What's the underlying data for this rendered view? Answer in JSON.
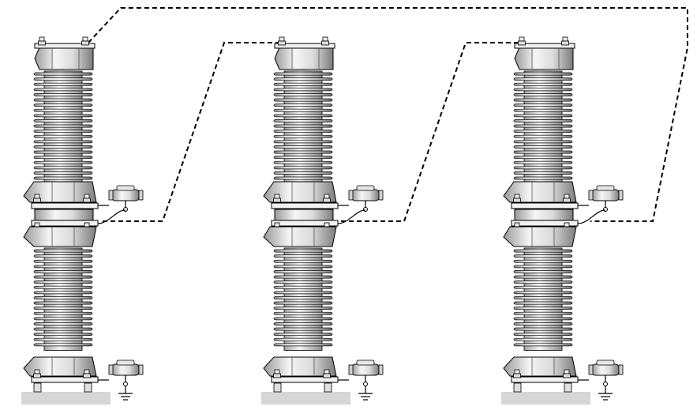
{
  "diagram": {
    "arrester_units": [
      {
        "id": "phase-1",
        "upper_fins": 21,
        "lower_fins": 19
      },
      {
        "id": "phase-2",
        "upper_fins": 21,
        "lower_fins": 19
      },
      {
        "id": "phase-3",
        "upper_fins": 21,
        "lower_fins": 19
      }
    ],
    "colors": {
      "porcelain_light": "#f4f4f4",
      "porcelain_mid": "#c9c9c9",
      "porcelain_dark": "#7a7a7a",
      "ground_base": "#d6d6d6",
      "line": "#000000"
    },
    "icons": {
      "monitor": "surge-counter-icon",
      "ground": "ground-symbol-icon"
    }
  }
}
